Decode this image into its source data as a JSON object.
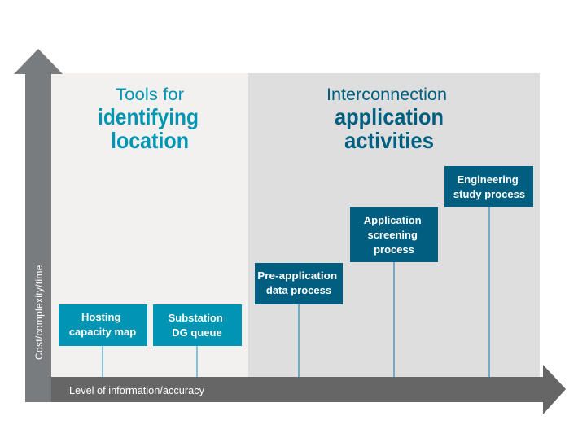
{
  "colors": {
    "left_panel": "#f2f1f0",
    "right_panel": "#dedede",
    "axis_vertical": "#797c7f",
    "axis_horizontal": "#666666",
    "tool_box": "#0095b3",
    "app_box": "#005f80",
    "stem": "#5bb6cf"
  },
  "axes": {
    "y_label": "Cost/complexity/time",
    "x_label": "Level of information/accuracy"
  },
  "left_section": {
    "title_light": "Tools for",
    "title_bold_1": "identifying",
    "title_bold_2": "location"
  },
  "right_section": {
    "title_light": "Interconnection",
    "title_bold_1": "application",
    "title_bold_2": "activities"
  },
  "boxes": [
    {
      "lines": [
        "Hosting",
        "capacity map"
      ],
      "group": "tool"
    },
    {
      "lines": [
        "Substation",
        "DG queue"
      ],
      "group": "tool"
    },
    {
      "lines": [
        "Pre-application",
        "data process"
      ],
      "group": "app"
    },
    {
      "lines": [
        "Application",
        "screening",
        "process"
      ],
      "group": "app"
    },
    {
      "lines": [
        "Engineering",
        "study process"
      ],
      "group": "app"
    }
  ]
}
